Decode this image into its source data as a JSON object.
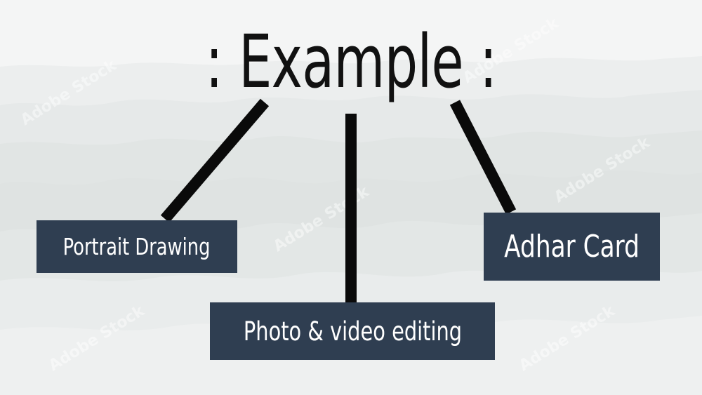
{
  "title": ": Example :",
  "nodes": [
    {
      "label": "Portrait Drawing"
    },
    {
      "label": "Photo & video editing"
    },
    {
      "label": "Adhar Card"
    }
  ],
  "colors": {
    "box_fill": "#2f3e51",
    "box_text": "#ffffff",
    "line": "#0a0a0a",
    "title_text": "#111111",
    "background": "#f3f4f4",
    "mountains": "#dde2e1"
  },
  "watermark": "Adobe Stock"
}
